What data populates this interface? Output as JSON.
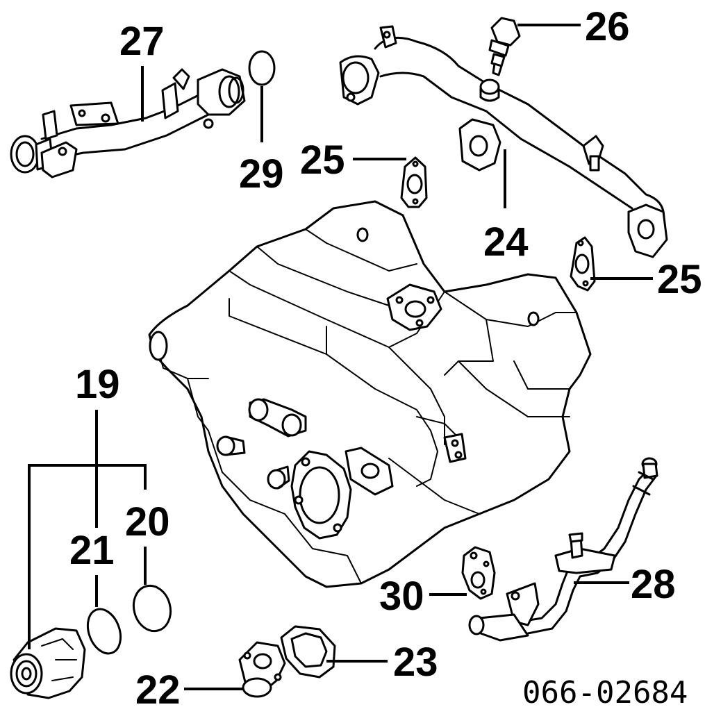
{
  "diagram": {
    "callouts": {
      "p19": "19",
      "p20": "20",
      "p21": "21",
      "p22": "22",
      "p23": "23",
      "p24": "24",
      "p25a": "25",
      "p25b": "25",
      "p26": "26",
      "p27": "27",
      "p28": "28",
      "p29": "29",
      "p30": "30"
    },
    "reference_code": "066-02684"
  }
}
